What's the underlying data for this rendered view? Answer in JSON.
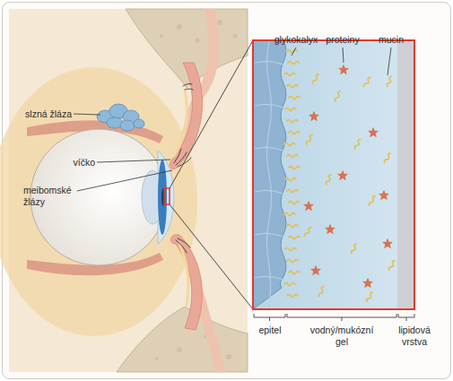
{
  "diagram": {
    "labels": [
      "slzná žláza",
      "víčko",
      "meibomské žlázy",
      "glykokalyx",
      "proteiny",
      "mucin",
      "epitel",
      "vodný/mukózní gel",
      "lipidová vrstva"
    ]
  }
}
